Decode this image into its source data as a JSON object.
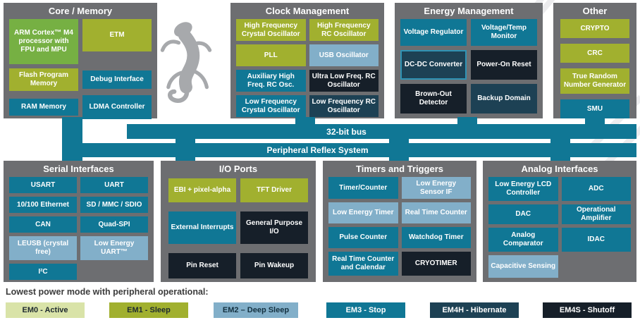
{
  "colors": {
    "group_background": "#6d6e71",
    "bus": "#107795",
    "core_green": "#76b043",
    "em0_active": "#d9e3a8",
    "em1_sleep": "#a1b02f",
    "em2_deep_sleep": "#82afc9",
    "em3_stop": "#107795",
    "em4h_hibernate": "#1d4154",
    "em4s_shutoff": "#161f29"
  },
  "icons": {
    "logo": "gecko"
  },
  "buses": {
    "bus32": "32-bit bus",
    "prs": "Peripheral Reflex System"
  },
  "groups": {
    "core_memory": {
      "title": "Core / Memory",
      "blocks": [
        {
          "label": "ARM Cortex™ M4 processor with FPU and MPU",
          "mode": "EM0"
        },
        {
          "label": "ETM",
          "mode": "EM1"
        },
        {
          "label": "Flash Program Memory",
          "mode": "EM1"
        },
        {
          "label": "Debug Interface",
          "mode": "EM3"
        },
        {
          "label": "RAM Memory",
          "mode": "EM3"
        },
        {
          "label": "LDMA Controller",
          "mode": "EM3"
        }
      ]
    },
    "clock_management": {
      "title": "Clock Management",
      "blocks": [
        {
          "label": "High Frequency Crystal Oscillator",
          "mode": "EM1"
        },
        {
          "label": "High Frequency RC Oscillator",
          "mode": "EM1"
        },
        {
          "label": "PLL",
          "mode": "EM1"
        },
        {
          "label": "USB Oscillator",
          "mode": "EM2"
        },
        {
          "label": "Auxiliary High Freq. RC Osc.",
          "mode": "EM3"
        },
        {
          "label": "Ultra Low Freq. RC Oscillator",
          "mode": "EM4S"
        },
        {
          "label": "Low Frequency Crystal Oscillator",
          "mode": "EM3"
        },
        {
          "label": "Low Frequency RC Oscillator",
          "mode": "EM4H"
        }
      ]
    },
    "energy_management": {
      "title": "Energy Management",
      "blocks": [
        {
          "label": "Voltage Regulator",
          "mode": "EM3"
        },
        {
          "label": "Voltage/Temp Monitor",
          "mode": "EM3"
        },
        {
          "label": "DC-DC Converter",
          "mode": "EM4H"
        },
        {
          "label": "Power-On Reset",
          "mode": "EM4S"
        },
        {
          "label": "Brown-Out Detector",
          "mode": "EM4S"
        },
        {
          "label": "Backup Domain",
          "mode": "EM4H"
        }
      ]
    },
    "other": {
      "title": "Other",
      "blocks": [
        {
          "label": "CRYPTO",
          "mode": "EM1"
        },
        {
          "label": "CRC",
          "mode": "EM1"
        },
        {
          "label": "True Random Number Generator",
          "mode": "EM1"
        },
        {
          "label": "SMU",
          "mode": "EM3"
        }
      ]
    },
    "serial_interfaces": {
      "title": "Serial Interfaces",
      "blocks": [
        {
          "label": "USART",
          "mode": "EM3"
        },
        {
          "label": "UART",
          "mode": "EM3"
        },
        {
          "label": "10/100 Ethernet",
          "mode": "EM3"
        },
        {
          "label": "SD / MMC / SDIO",
          "mode": "EM3"
        },
        {
          "label": "CAN",
          "mode": "EM3"
        },
        {
          "label": "Quad-SPI",
          "mode": "EM3"
        },
        {
          "label": "LEUSB (crystal free)",
          "mode": "EM2"
        },
        {
          "label": "Low Energy UART™",
          "mode": "EM2"
        },
        {
          "label": "I²C",
          "mode": "EM3"
        }
      ]
    },
    "io_ports": {
      "title": "I/O Ports",
      "blocks": [
        {
          "label": "EBI + pixel-alpha",
          "mode": "EM1"
        },
        {
          "label": "TFT Driver",
          "mode": "EM1"
        },
        {
          "label": "External Interrupts",
          "mode": "EM3"
        },
        {
          "label": "General Purpose I/O",
          "mode": "EM4S"
        },
        {
          "label": "Pin Reset",
          "mode": "EM4S"
        },
        {
          "label": "Pin Wakeup",
          "mode": "EM4S"
        }
      ]
    },
    "timers_triggers": {
      "title": "Timers and Triggers",
      "blocks": [
        {
          "label": "Timer/Counter",
          "mode": "EM3"
        },
        {
          "label": "Low Energy Sensor IF",
          "mode": "EM2"
        },
        {
          "label": "Low Energy Timer",
          "mode": "EM2"
        },
        {
          "label": "Real Time Counter",
          "mode": "EM2"
        },
        {
          "label": "Pulse Counter",
          "mode": "EM3"
        },
        {
          "label": "Watchdog Timer",
          "mode": "EM3"
        },
        {
          "label": "Real Time Counter and Calendar",
          "mode": "EM3"
        },
        {
          "label": "CRYOTIMER",
          "mode": "EM4S"
        }
      ]
    },
    "analog_interfaces": {
      "title": "Analog Interfaces",
      "blocks": [
        {
          "label": "Low Energy LCD Controller",
          "mode": "EM3"
        },
        {
          "label": "ADC",
          "mode": "EM3"
        },
        {
          "label": "DAC",
          "mode": "EM3"
        },
        {
          "label": "Operational Amplifier",
          "mode": "EM3"
        },
        {
          "label": "Analog Comparator",
          "mode": "EM3"
        },
        {
          "label": "IDAC",
          "mode": "EM3"
        },
        {
          "label": "Capacitive Sensing",
          "mode": "EM2"
        }
      ]
    }
  },
  "legend": {
    "title": "Lowest power mode with peripheral operational:",
    "items": [
      {
        "label": "EM0 - Active",
        "mode": "EM0",
        "color": "#d9e3a8"
      },
      {
        "label": "EM1 - Sleep",
        "mode": "EM1",
        "color": "#a1b02f"
      },
      {
        "label": "EM2 – Deep Sleep",
        "mode": "EM2",
        "color": "#82afc9"
      },
      {
        "label": "EM3 - Stop",
        "mode": "EM3",
        "color": "#107795"
      },
      {
        "label": "EM4H - Hibernate",
        "mode": "EM4H",
        "color": "#1d4154"
      },
      {
        "label": "EM4S - Shutoff",
        "mode": "EM4S",
        "color": "#161f29"
      }
    ]
  }
}
